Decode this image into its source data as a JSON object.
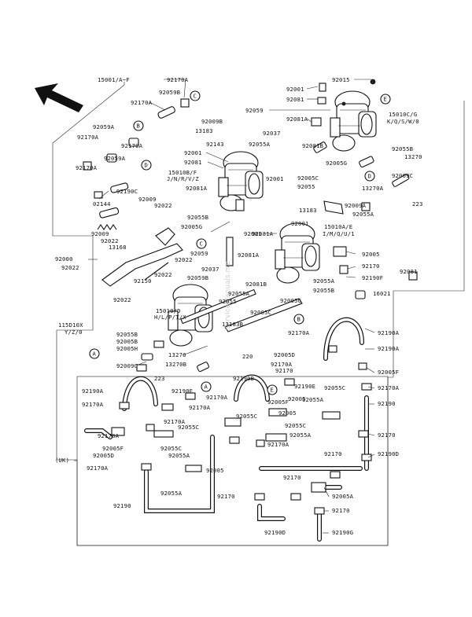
{
  "diagram": {
    "watermark": "ServiceManuals.me",
    "group_bracket": "(UK)",
    "callout_letters": [
      "A",
      "B",
      "C",
      "D",
      "E"
    ],
    "labels": {
      "l15001": "15001/A~F",
      "l92170A_1": "92170A",
      "l92059B": "92059B",
      "l92170A_2": "92170A",
      "l92059A_1": "92059A",
      "l92170A_3": "92170A",
      "l92170A_4": "92170A",
      "l92059A_2": "92059A",
      "l92170A_5": "92170A",
      "l92190C": "92190C",
      "l02144": "02144",
      "l92009_1": "92009",
      "l92022_1": "92022",
      "l92009_2": "92009",
      "l92022_2": "92022",
      "l13168": "13168",
      "l92000": "92000",
      "l92022_3": "92022",
      "l92022_4": "92022",
      "l92022_5": "92022",
      "l92022_6": "92022",
      "l92150": "92150",
      "l92001_top": "92001",
      "l92081_top": "92081",
      "l92015": "92015",
      "l92059": "92059",
      "l92081A_1": "92081A",
      "l15010C": "15010C/G",
      "l15010C_sub": "K/Q/S/W/0",
      "l92009B": "92009B",
      "l92037_1": "92037",
      "l13183_1": "13183",
      "l92143": "92143",
      "l92055A_1": "92055A",
      "l92001_2": "92001",
      "l92081_2": "92081",
      "l92081A_2": "92081A",
      "l15010B": "15010B/F",
      "l15010B_sub": "J/N/R/V/Z",
      "l92001_3": "92001",
      "l92055B_1": "92055B",
      "l92005G_1": "92005G",
      "l92081_3": "92081",
      "l92059_2": "92059",
      "l92037_2": "92037",
      "l92059B_2": "92059B",
      "l92001_4": "92001",
      "l92081A_3": "92081A",
      "l92081B": "92081B",
      "l92055A_2": "92055A",
      "l92055_1": "92055",
      "l92005C_1": "92005C",
      "l15010D": "15010/D",
      "l15010D_sub": "H/L/P/T/X",
      "l115D": "115D10X",
      "l115D_sub": "Y/Z/0",
      "l92055B_2": "92055B",
      "l92005B": "92005B",
      "l92005H": "92005H",
      "l13270_1": "13270",
      "l92009C": "92009C",
      "l13270B": "13270B",
      "l223_1": "223",
      "l13183B": "13183B",
      "l220": "220",
      "l92005G_2": "92005G",
      "l92055B_3": "92055B",
      "l92190E": "92190E",
      "l92170A_6": "92170A",
      "l92190A_1": "92190A",
      "l92170A_7": "92170A",
      "l92005F_1": "92005F",
      "l92170A_8": "92170A",
      "l92005D": "92005D",
      "l92170A_9": "92170A",
      "l92170A_10": "92170A",
      "l92190E_2": "92190E",
      "l92055C_1": "92055C",
      "l92055A_3": "92055A",
      "l92005F_2": "92005F",
      "l92055C_2": "92055C",
      "l92170A_11": "92170A",
      "l92055A_4": "92055A",
      "l92190": "92190",
      "l92170_1": "92170",
      "l92190D": "92190D",
      "l92170_2": "92170",
      "l92005A": "92005A",
      "l92170_3": "92170",
      "l92190G": "92190G",
      "l92190D_2": "92190D",
      "l92170_4": "92170",
      "l92055A_5": "92055A",
      "l92005_1": "92005",
      "l92005_2": "92005",
      "l92190B": "92190B",
      "l92190A_2": "92190A",
      "l92190A_3": "92190A",
      "l92170A_12": "92170A",
      "l92005F_3": "92005F",
      "l92055C_3": "92055C",
      "l92005D_2": "92005D",
      "l92190F": "92190F",
      "l92170_5": "92170",
      "l16021": "16021",
      "l92081_4": "92081",
      "l92005_3": "92005",
      "l92055A_6": "92055A",
      "l92055B_4": "92055B",
      "l92005G_3": "92005G",
      "l92005C_2": "92005C",
      "l92190F_2": "92190F",
      "l92170_6": "92170",
      "l92009A": "92009A",
      "l15010A": "15010A/E",
      "l15010A_sub": "I/M/Q/U/1",
      "l13183_2": "13183",
      "l92081A_4": "92081A",
      "l92055A_7": "92055A",
      "l223_2": "223",
      "l13270A": "13270A",
      "l92009C_2": "92009C",
      "l13270_2": "13270",
      "l92055B_5": "92055B",
      "l92005G_4": "92005G",
      "l92001_5": "92001",
      "l92055_2": "92055",
      "l92005C_3": "92005C",
      "l92081B_2": "92081B",
      "l92190B_2": "92190B",
      "l92005_4": "92005",
      "l92170_7": "92170"
    }
  }
}
